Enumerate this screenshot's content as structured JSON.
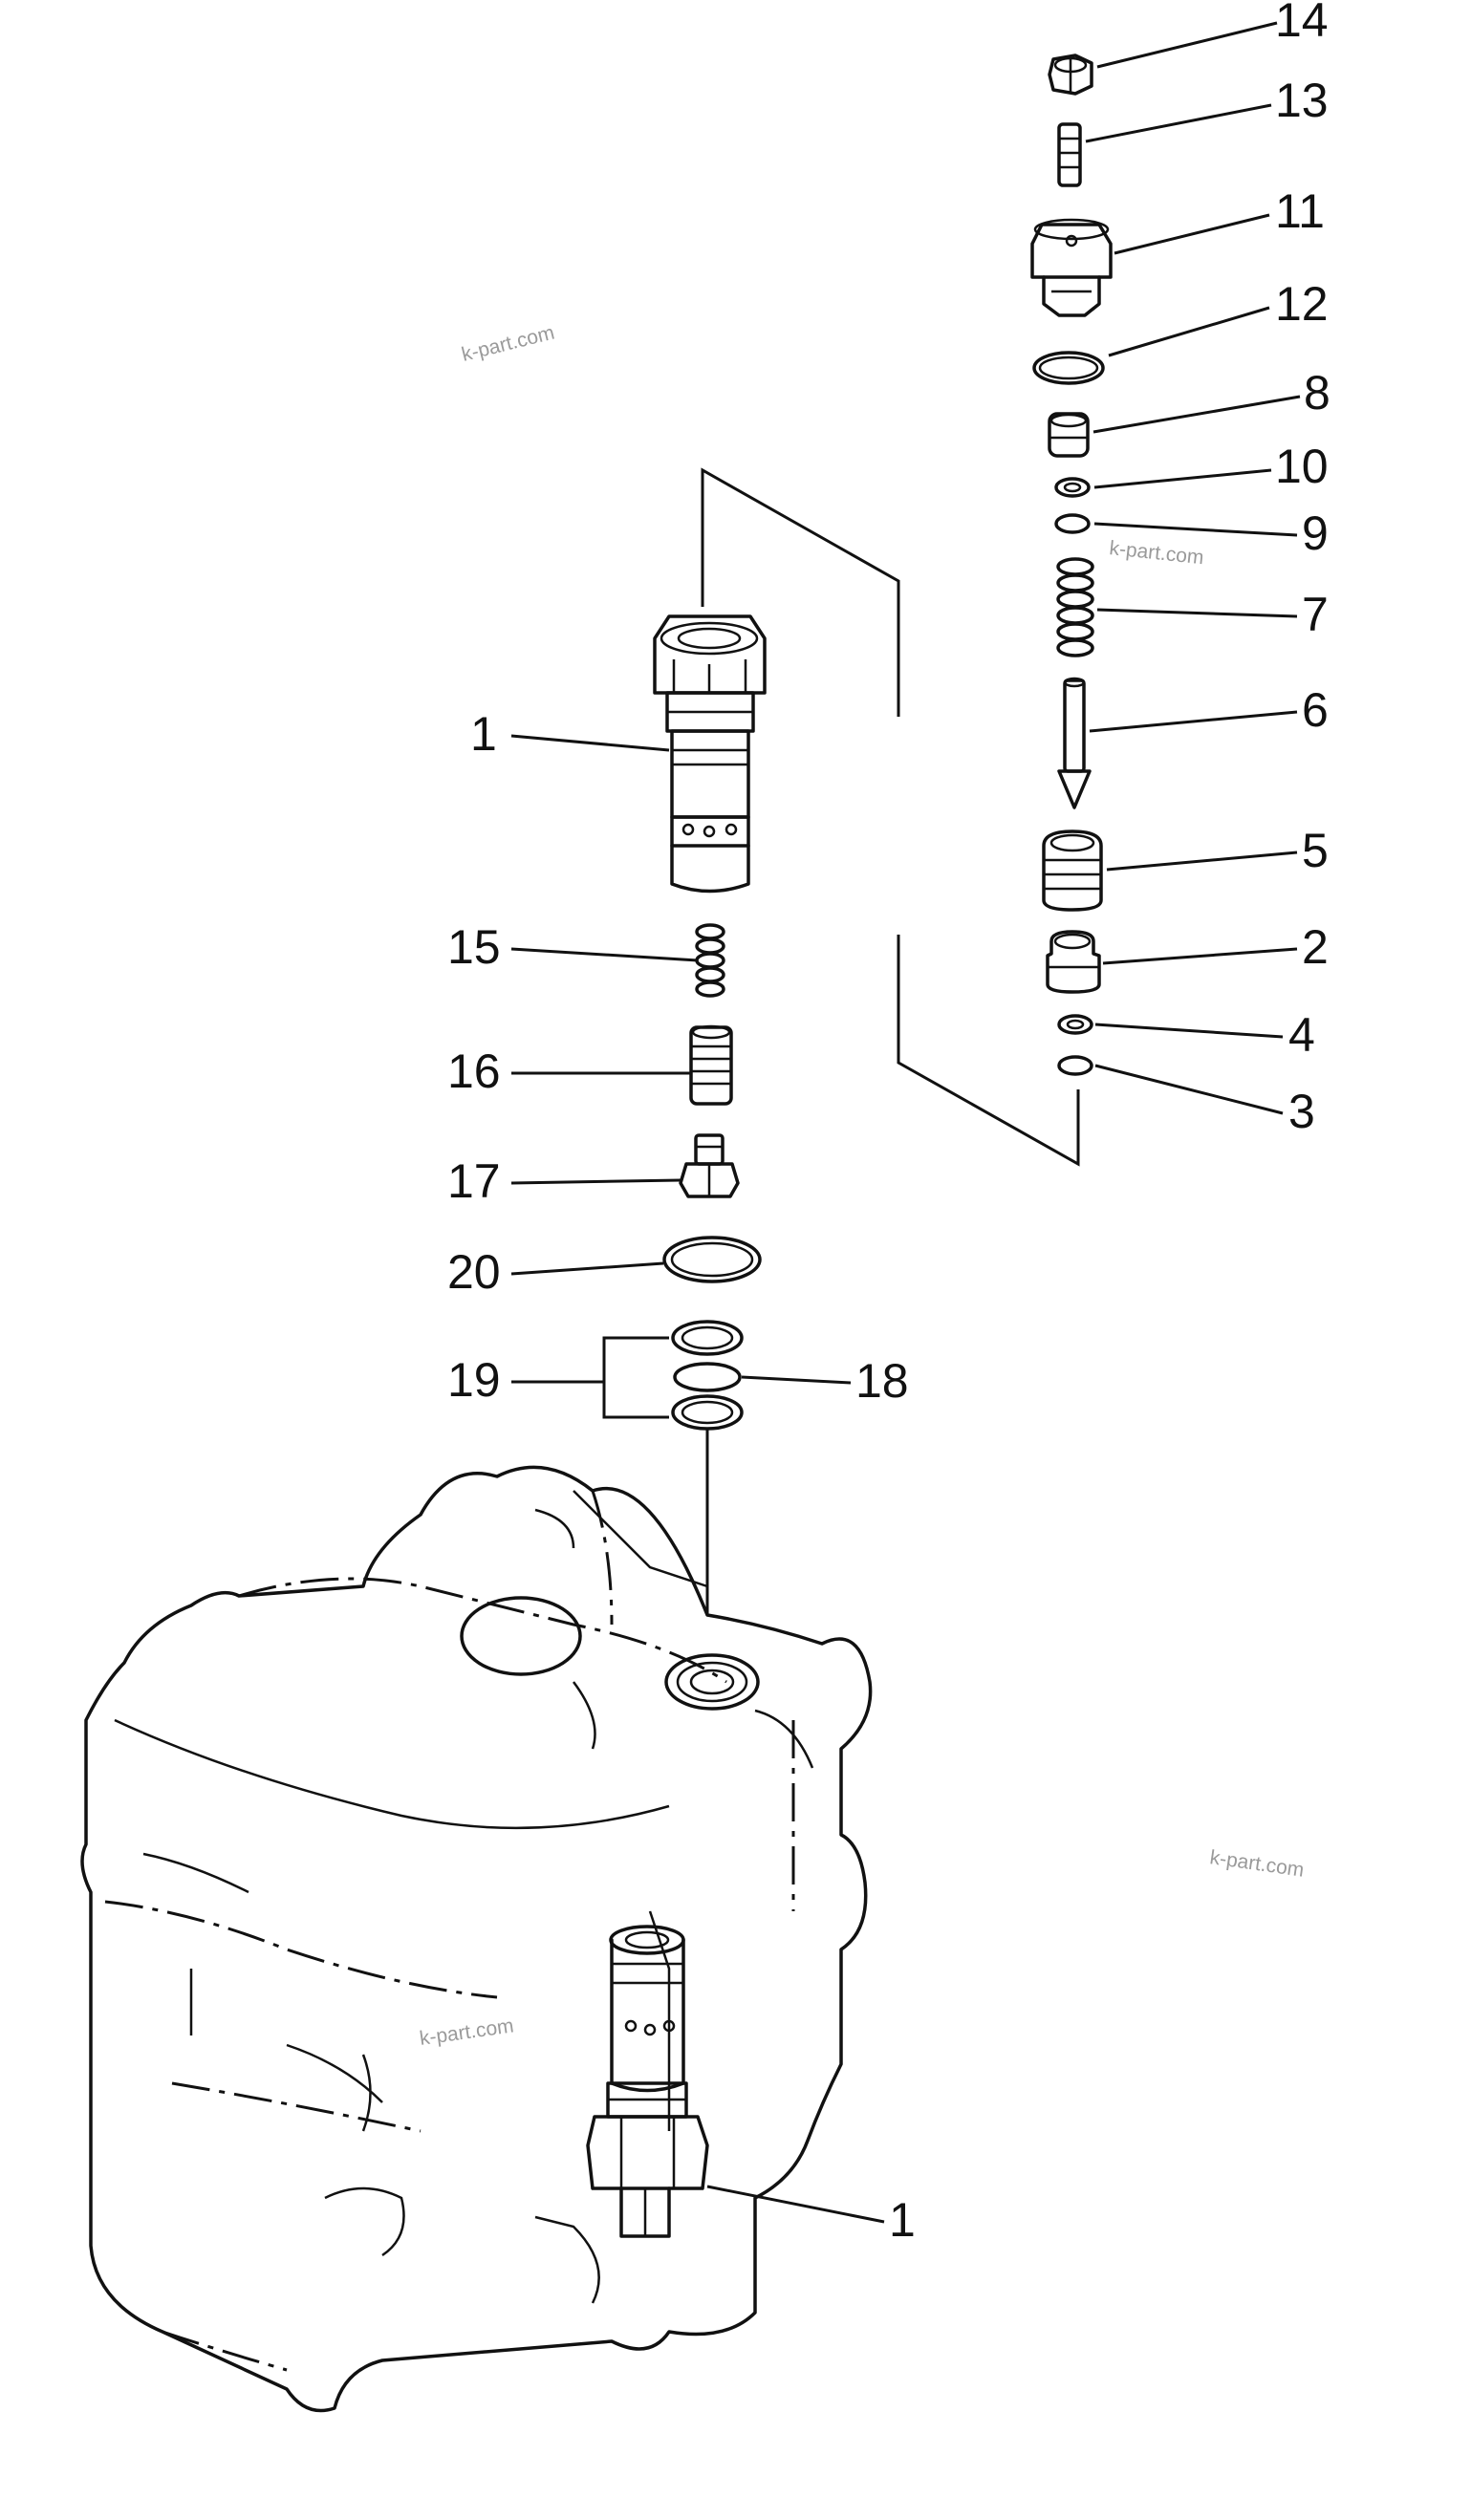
{
  "diagram": {
    "callouts": {
      "c14": "14",
      "c13": "13",
      "c11": "11",
      "c12": "12",
      "c8": "8",
      "c10": "10",
      "c9": "9",
      "c7": "7",
      "c6": "6",
      "c5": "5",
      "c2": "2",
      "c4": "4",
      "c3": "3",
      "c1_top": "1",
      "c15": "15",
      "c16": "16",
      "c17": "17",
      "c20": "20",
      "c19": "19",
      "c18": "18",
      "c1_bottom": "1"
    },
    "watermarks": {
      "w1": "k-part.com",
      "w2": "k-part.com",
      "w3": "k-part.com",
      "w4": "k-part.com"
    }
  }
}
